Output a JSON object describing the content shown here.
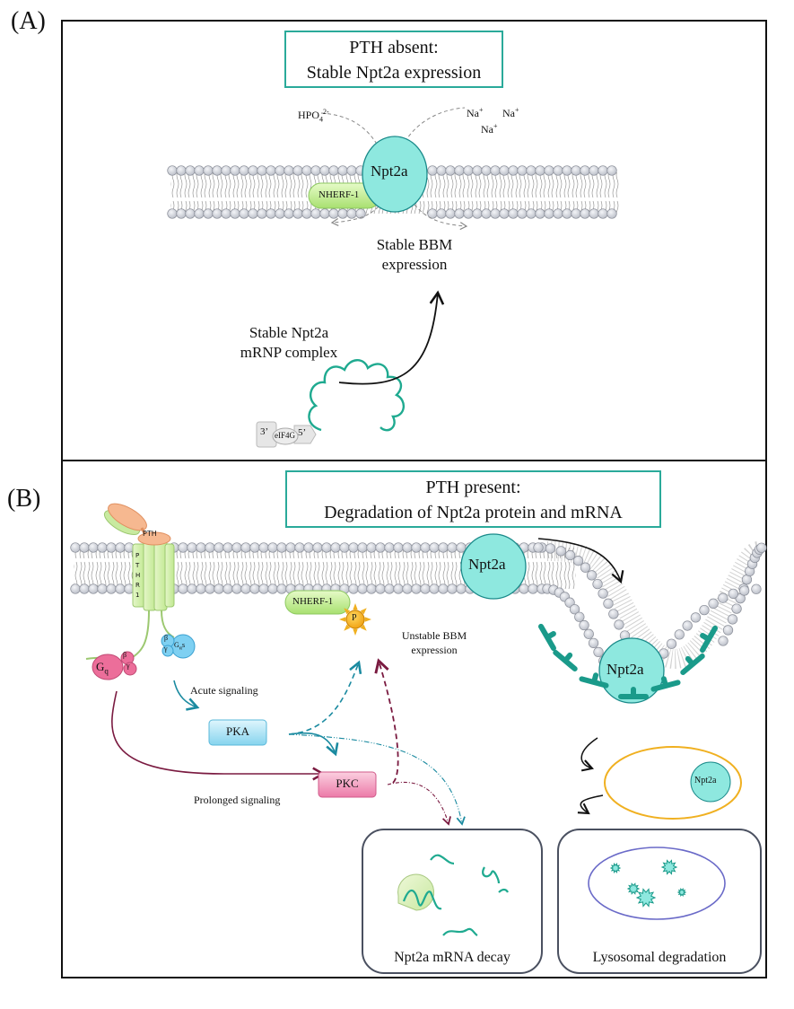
{
  "panel_a": {
    "letter": "(A)",
    "title_line1": "PTH absent:",
    "title_line2": "Stable Npt2a expression",
    "ion_phosphate": "HPO",
    "ion_phosphate_sub": "4",
    "ion_phosphate_sup": "2-",
    "ion_sodium": "Na",
    "ion_sodium_sup": "+",
    "transporter": "Npt2a",
    "scaffold": "NHERF-1",
    "bbm_line1": "Stable BBM",
    "bbm_line2": "expression",
    "mrnp_line1": "Stable Npt2a",
    "mrnp_line2": "mRNP complex",
    "end3": "3’",
    "eif": "eIF4G",
    "end5": "5’"
  },
  "panel_b": {
    "letter": "(B)",
    "title_line1": "PTH present:",
    "title_line2": "Degradation of Npt2a protein and mRNA",
    "hormone": "PTH",
    "receptor_letters": [
      "P",
      "T",
      "H",
      "R",
      "1"
    ],
    "gq": "G",
    "gq_sub": "q",
    "gas": "G",
    "gas_sub": "α",
    "gas_suffix": "s",
    "beta": "β",
    "gamma": "γ",
    "scaffold": "NHERF-1",
    "phospho": "P",
    "transporter": "Npt2a",
    "bbm_line1": "Unstable BBM",
    "bbm_line2": "expression",
    "acute": "Acute signaling",
    "prolonged": "Prolonged signaling",
    "pka": "PKA",
    "pkc": "PKC",
    "endosome_protein": "Npt2a",
    "mrna_decay": "Npt2a mRNA decay",
    "lysosomal": "Lysosomal degradation"
  },
  "colors": {
    "teal": "#2aaa9a",
    "npt2a_fill": "#8ee8df",
    "nherf_fill": "#c8f0a0",
    "pka_fill": "#aee6f6",
    "pkc_fill": "#f4a6c4",
    "acute_arrow": "#1a8aa0",
    "prolonged_arrow": "#7a1a40",
    "endosome": "#f0b020",
    "lysosome": "#6a6ac8"
  }
}
